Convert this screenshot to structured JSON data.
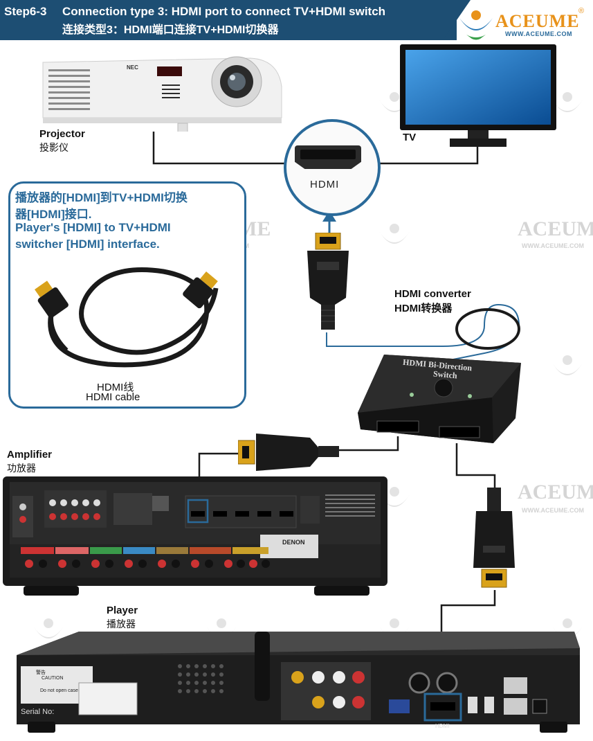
{
  "header": {
    "step": "Step6-3",
    "title": "Connection type 3: HDMI port to connect TV+HDMI switch",
    "subtitle_cn": "连接类型3：HDMI端口连接TV+HDMI切换器",
    "bg_color": "#1d4e73"
  },
  "logo": {
    "brand": "ACEUME",
    "registered": "®",
    "url": "WWW.ACEUME.COM",
    "brand_color": "#e8921a"
  },
  "devices": {
    "projector": {
      "label": "Projector",
      "label_cn": "投影仪",
      "brand": "NEC"
    },
    "tv": {
      "label": "TV"
    },
    "hdmi_port": {
      "label": "HDMI"
    },
    "converter": {
      "label": "HDMI converter",
      "label_cn": "HDMI转换器",
      "device_text_line1": "HDMI Bi-Direction",
      "device_text_line2": "Switch"
    },
    "amplifier": {
      "label": "Amplifier",
      "label_cn": "功放器",
      "brand": "DENON"
    },
    "player": {
      "label": "Player",
      "label_cn": "播放器",
      "port_label": "HDMI",
      "serial": "Serial No:",
      "caution_cn": "警告",
      "caution": "CAUTION",
      "caution_note": "Do not open case"
    }
  },
  "cable_box": {
    "line1_cn": "播放器的[HDMI]到TV+HDMI切换",
    "line2_cn": "器[HDMI]接口.",
    "line3": "Player's [HDMI] to TV+HDMI",
    "line4": "switcher [HDMI] interface.",
    "cable_label_cn": "HDMI线",
    "cable_label": "HDMI cable"
  },
  "watermark": {
    "text": "ACEUME",
    "url": "WWW.ACEUME.COM"
  },
  "colors": {
    "accent": "#2a6a9a",
    "cable": "#1a1a1a",
    "gold": "#d9a21b"
  }
}
